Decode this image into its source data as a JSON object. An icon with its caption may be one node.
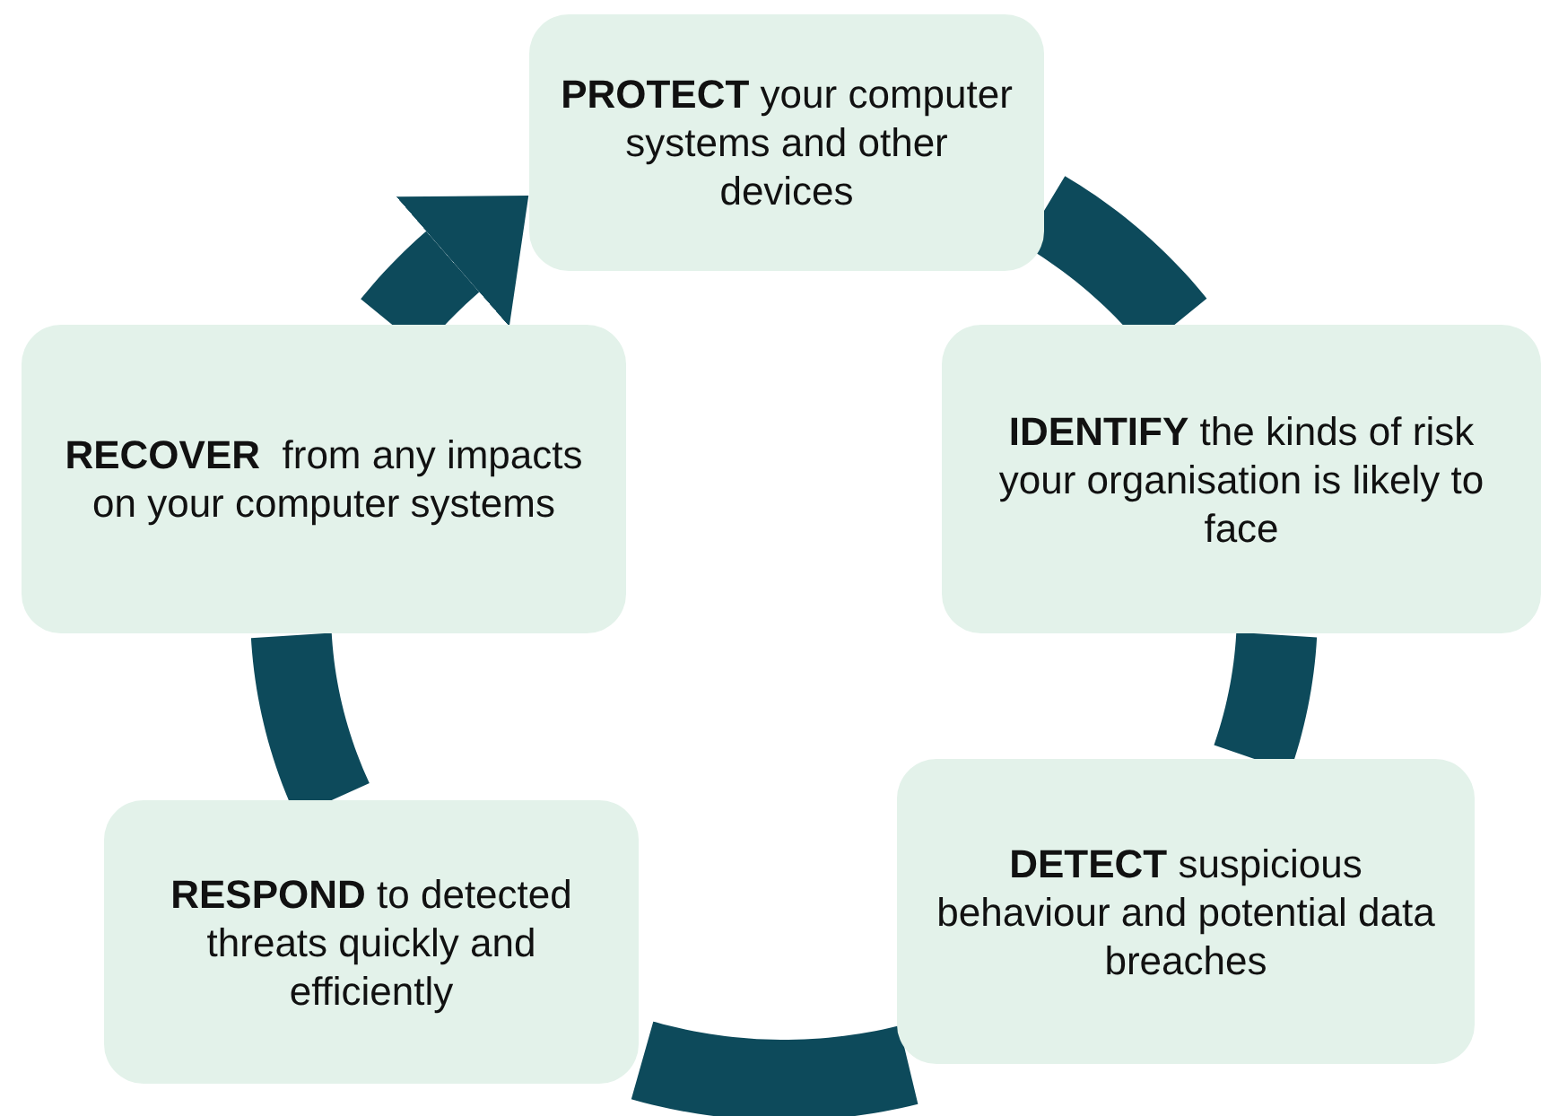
{
  "diagram": {
    "nodes": [
      {
        "text": [
          "**PROTECT** your computer systems and other devices"
        ]
      },
      {
        "text": [
          "**IDENTIFY** the kinds of risk your organisation is likely to face"
        ]
      },
      {
        "text": [
          "**DETECT** suspicious behaviour and potential data breaches"
        ]
      },
      {
        "text": [
          "**RESPOND** to detected threats quickly and efficiently"
        ]
      },
      {
        "text": [
          "**RECOVER**  from any impacts on your computer systems"
        ]
      }
    ],
    "edges": [
      {
        "from": 0,
        "to": 1,
        "arrow": "none"
      },
      {
        "from": 1,
        "to": 2,
        "arrow": "none"
      },
      {
        "from": 2,
        "to": 3,
        "arrow": "none"
      },
      {
        "from": 3,
        "to": 4,
        "arrow": "none"
      },
      {
        "from": 4,
        "to": 0,
        "arrow": "to"
      }
    ]
  }
}
